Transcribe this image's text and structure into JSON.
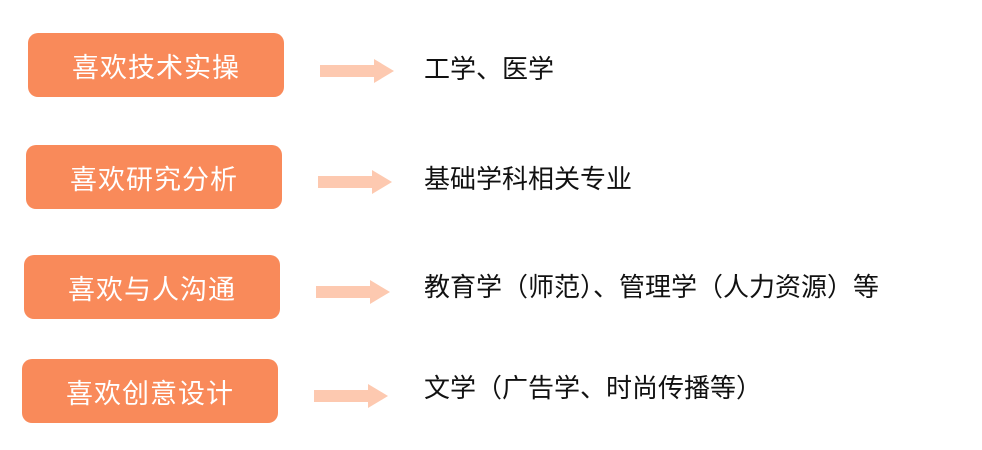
{
  "colors": {
    "box_fill": "#f98a5a",
    "box_text": "#ffffff",
    "arrow": "#fdc9b0",
    "major_text": "#111111"
  },
  "rows": [
    {
      "interest": "喜欢技术实操",
      "major": "工学、医学"
    },
    {
      "interest": "喜欢研究分析",
      "major": "基础学科相关专业"
    },
    {
      "interest": "喜欢与人沟通",
      "major": "教育学（师范）、管理学（人力资源）等"
    },
    {
      "interest": "喜欢创意设计",
      "major": "文学（广告学、时尚传播等）"
    }
  ]
}
